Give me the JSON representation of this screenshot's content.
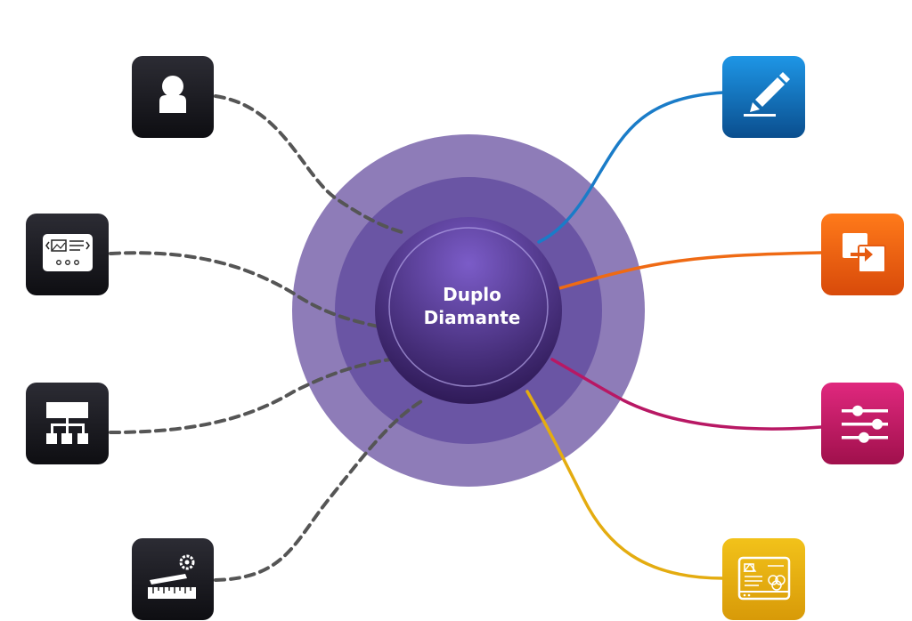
{
  "center": {
    "line1": "Duplo",
    "line2": "Diamante"
  },
  "colors": {
    "ring_outer": "#8e7cb8",
    "ring_middle": "#6a55a4",
    "core_top": "#7b5cc8",
    "core_bottom": "#2a1650",
    "dark_tile_top": "#2c2c34",
    "dark_tile_bottom": "#0e0e12",
    "dashed_line": "#555555"
  },
  "left_nodes": [
    {
      "name": "user-icon-tile",
      "icon": "user-icon"
    },
    {
      "name": "layout-wireframe-icon-tile",
      "icon": "layout-wireframe-icon"
    },
    {
      "name": "sitemap-icon-tile",
      "icon": "sitemap-icon"
    },
    {
      "name": "design-tools-icon-tile",
      "icon": "ruler-pencil-gear-icon"
    }
  ],
  "right_nodes": [
    {
      "name": "edit-icon-tile",
      "icon": "pencil-icon",
      "color_top": "#1e96e6",
      "color_bottom": "#0a4e8e",
      "line": "#1a7cc8"
    },
    {
      "name": "export-icon-tile",
      "icon": "export-icon",
      "color_top": "#ff7a1a",
      "color_bottom": "#d84a0a",
      "line": "#ef6a14"
    },
    {
      "name": "settings-sliders-icon-tile",
      "icon": "sliders-icon",
      "color_top": "#e0287e",
      "color_bottom": "#a0104c",
      "line": "#b81864"
    },
    {
      "name": "style-guide-icon-tile",
      "icon": "style-guide-icon",
      "color_top": "#f2c21a",
      "color_bottom": "#d89a08",
      "line": "#e4ac10"
    }
  ]
}
